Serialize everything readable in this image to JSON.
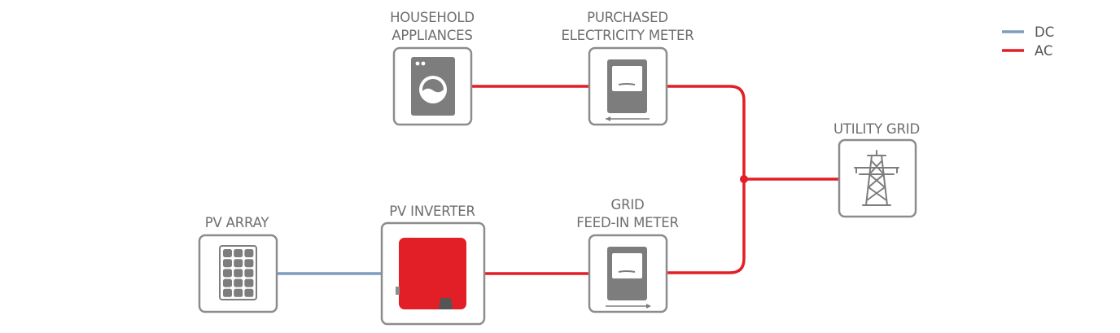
{
  "legend": {
    "dc_label": "DC",
    "ac_label": "AC",
    "dc_color": "#7f9cbe",
    "ac_color": "#e21e26"
  },
  "nodes": {
    "household": {
      "line1": "HOUSEHOLD",
      "line2": "APPLIANCES",
      "icon": "washing-machine-icon"
    },
    "purchased_meter": {
      "line1": "PURCHASED",
      "line2": "ELECTRICITY METER",
      "icon": "electricity-meter-icon"
    },
    "utility_grid": {
      "line1": "UTILITY GRID",
      "icon": "power-pylon-icon"
    },
    "pv_array": {
      "line1": "PV ARRAY",
      "icon": "solar-panel-icon"
    },
    "pv_inverter": {
      "line1": "PV INVERTER",
      "icon": "inverter-icon",
      "color": "#e21e26"
    },
    "feedin_meter": {
      "line1": "GRID",
      "line2": "FEED-IN METER",
      "icon": "electricity-meter-icon"
    }
  },
  "connections": [
    {
      "from": "pv_array",
      "to": "pv_inverter",
      "type": "DC"
    },
    {
      "from": "pv_inverter",
      "to": "feedin_meter",
      "type": "AC"
    },
    {
      "from": "household",
      "to": "purchased_meter",
      "type": "AC"
    },
    {
      "from": "purchased_meter",
      "to": "utility_grid",
      "type": "AC"
    },
    {
      "from": "feedin_meter",
      "to": "utility_grid",
      "type": "AC"
    }
  ]
}
